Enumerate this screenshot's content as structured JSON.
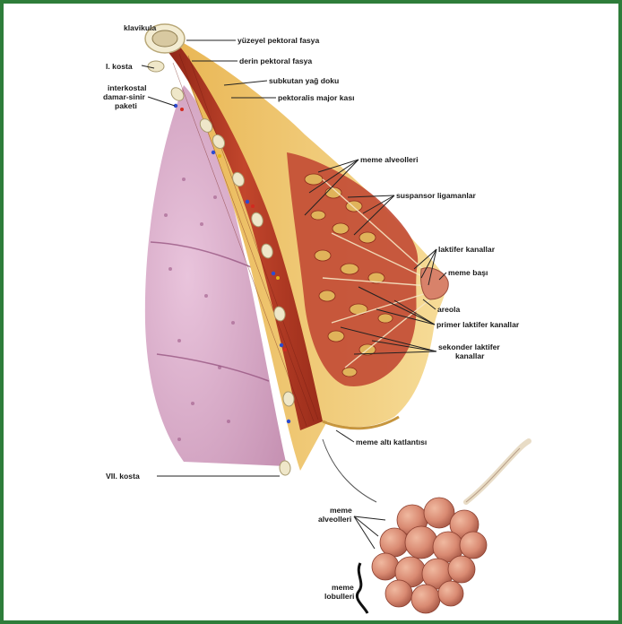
{
  "figure": {
    "border_color": "#2e7d3a",
    "colors": {
      "fat": "#f1cc7a",
      "muscle": "#b83a26",
      "lung": "#d8a8c8",
      "gland": "#b8432e",
      "skin": "#f5d99a"
    }
  },
  "labels": {
    "klavikula": "klavikula",
    "i_kosta": "I. kosta",
    "interkostal_1": "interkostal",
    "interkostal_2": "damar-sinir",
    "interkostal_3": "paketi",
    "yuzeyel": "yüzeyel pektoral fasya",
    "derin": "derin pektoral fasya",
    "subkutan": "subkutan yağ doku",
    "pektoralis": "pektoralis major kası",
    "meme_alveolleri": "meme alveolleri",
    "suspansor": "suspansor ligamanlar",
    "laktifer": "laktifer kanallar",
    "meme_basi": "meme başı",
    "areola": "areola",
    "primer": "primer laktifer kanallar",
    "sekonder_1": "sekonder laktifer",
    "sekonder_2": "kanallar",
    "meme_alti": "meme altı katlantısı",
    "vii_kosta": "VII. kosta",
    "inset_alveol_1": "meme",
    "inset_alveol_2": "alveolleri",
    "inset_lobul_1": "meme",
    "inset_lobul_2": "lobulleri"
  }
}
